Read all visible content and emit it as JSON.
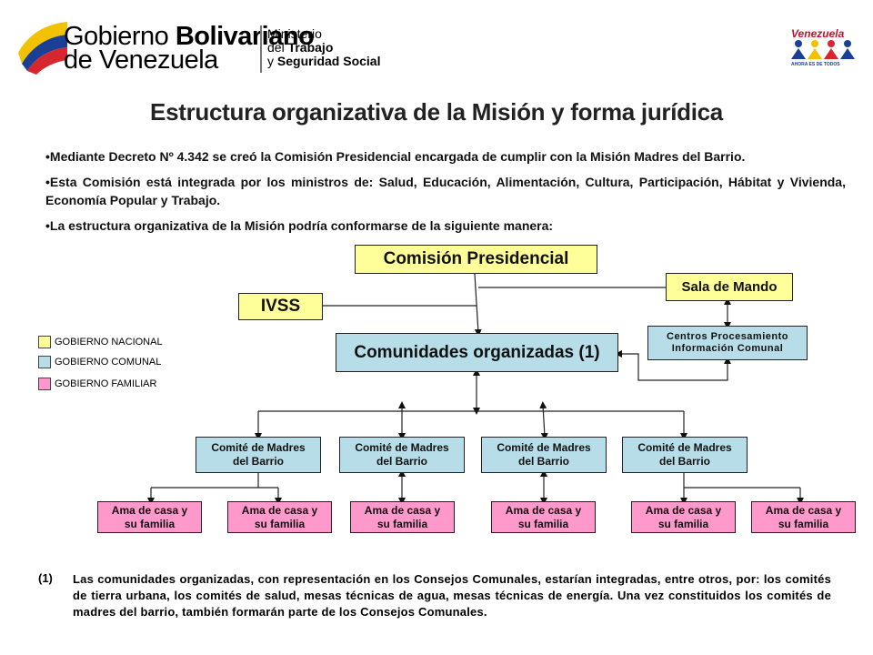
{
  "header": {
    "logo_left": {
      "line1_light": "Gobierno ",
      "line1_bold": "Bolivariano",
      "line2": "de Venezuela",
      "ministry_line1": "Ministerio",
      "ministry_line2_light": "del ",
      "ministry_line2_bold": "Trabajo",
      "ministry_line3_light": "y ",
      "ministry_line3_bold": "Seguridad Social"
    },
    "logo_right": {
      "word": "Venezuela",
      "tagline": "AHORA ES DE TODOS"
    }
  },
  "title": "Estructura organizativa de la Misión y forma jurídica",
  "bullets": [
    "•Mediante Decreto Nº 4.342 se creó la Comisión Presidencial encargada de cumplir con la Misión Madres del Barrio.",
    "•Esta Comisión está integrada por los ministros de: Salud, Educación, Alimentación, Cultura, Participación, Hábitat y Vivienda, Economía Popular y Trabajo.",
    "•La estructura organizativa de la Misión podría conformarse de la siguiente manera:"
  ],
  "org": {
    "comision": "Comisión Presidencial",
    "sala": "Sala de Mando",
    "ivss": "IVSS",
    "comunidades": "Comunidades organizadas (1)",
    "centros_line1": "Centros  Procesamiento",
    "centros_line2": "Información Comunal",
    "comites": [
      {
        "line1": "Comité de Madres",
        "line2": "del Barrio"
      },
      {
        "line1": "Comité de Madres",
        "line2": "del Barrio"
      },
      {
        "line1": "Comité de Madres",
        "line2": "del Barrio"
      },
      {
        "line1": "Comité de Madres",
        "line2": "del Barrio"
      }
    ],
    "amas": [
      {
        "line1": "Ama de casa y",
        "line2": "su familia"
      },
      {
        "line1": "Ama de casa y",
        "line2": "su familia"
      },
      {
        "line1": "Ama de casa y",
        "line2": "su familia"
      },
      {
        "line1": "Ama de casa y",
        "line2": "su familia"
      },
      {
        "line1": "Ama de casa y",
        "line2": "su familia"
      },
      {
        "line1": "Ama de casa y",
        "line2": "su familia"
      }
    ]
  },
  "legend": [
    {
      "label": "GOBIERNO NACIONAL",
      "color": "#ffff99"
    },
    {
      "label": "GOBIERNO COMUNAL",
      "color": "#b7dde8"
    },
    {
      "label": "GOBIERNO FAMILIAR",
      "color": "#ff99cc"
    }
  ],
  "note": {
    "number": "(1)",
    "text": "Las comunidades organizadas, con representación en los Consejos Comunales, estarían integradas, entre otros, por: los comités de tierra urbana, los comités de salud, mesas técnicas de agua, mesas técnicas de energía. Una vez  constituidos los comités de madres del barrio, también formarán parte de los Consejos Comunales."
  }
}
